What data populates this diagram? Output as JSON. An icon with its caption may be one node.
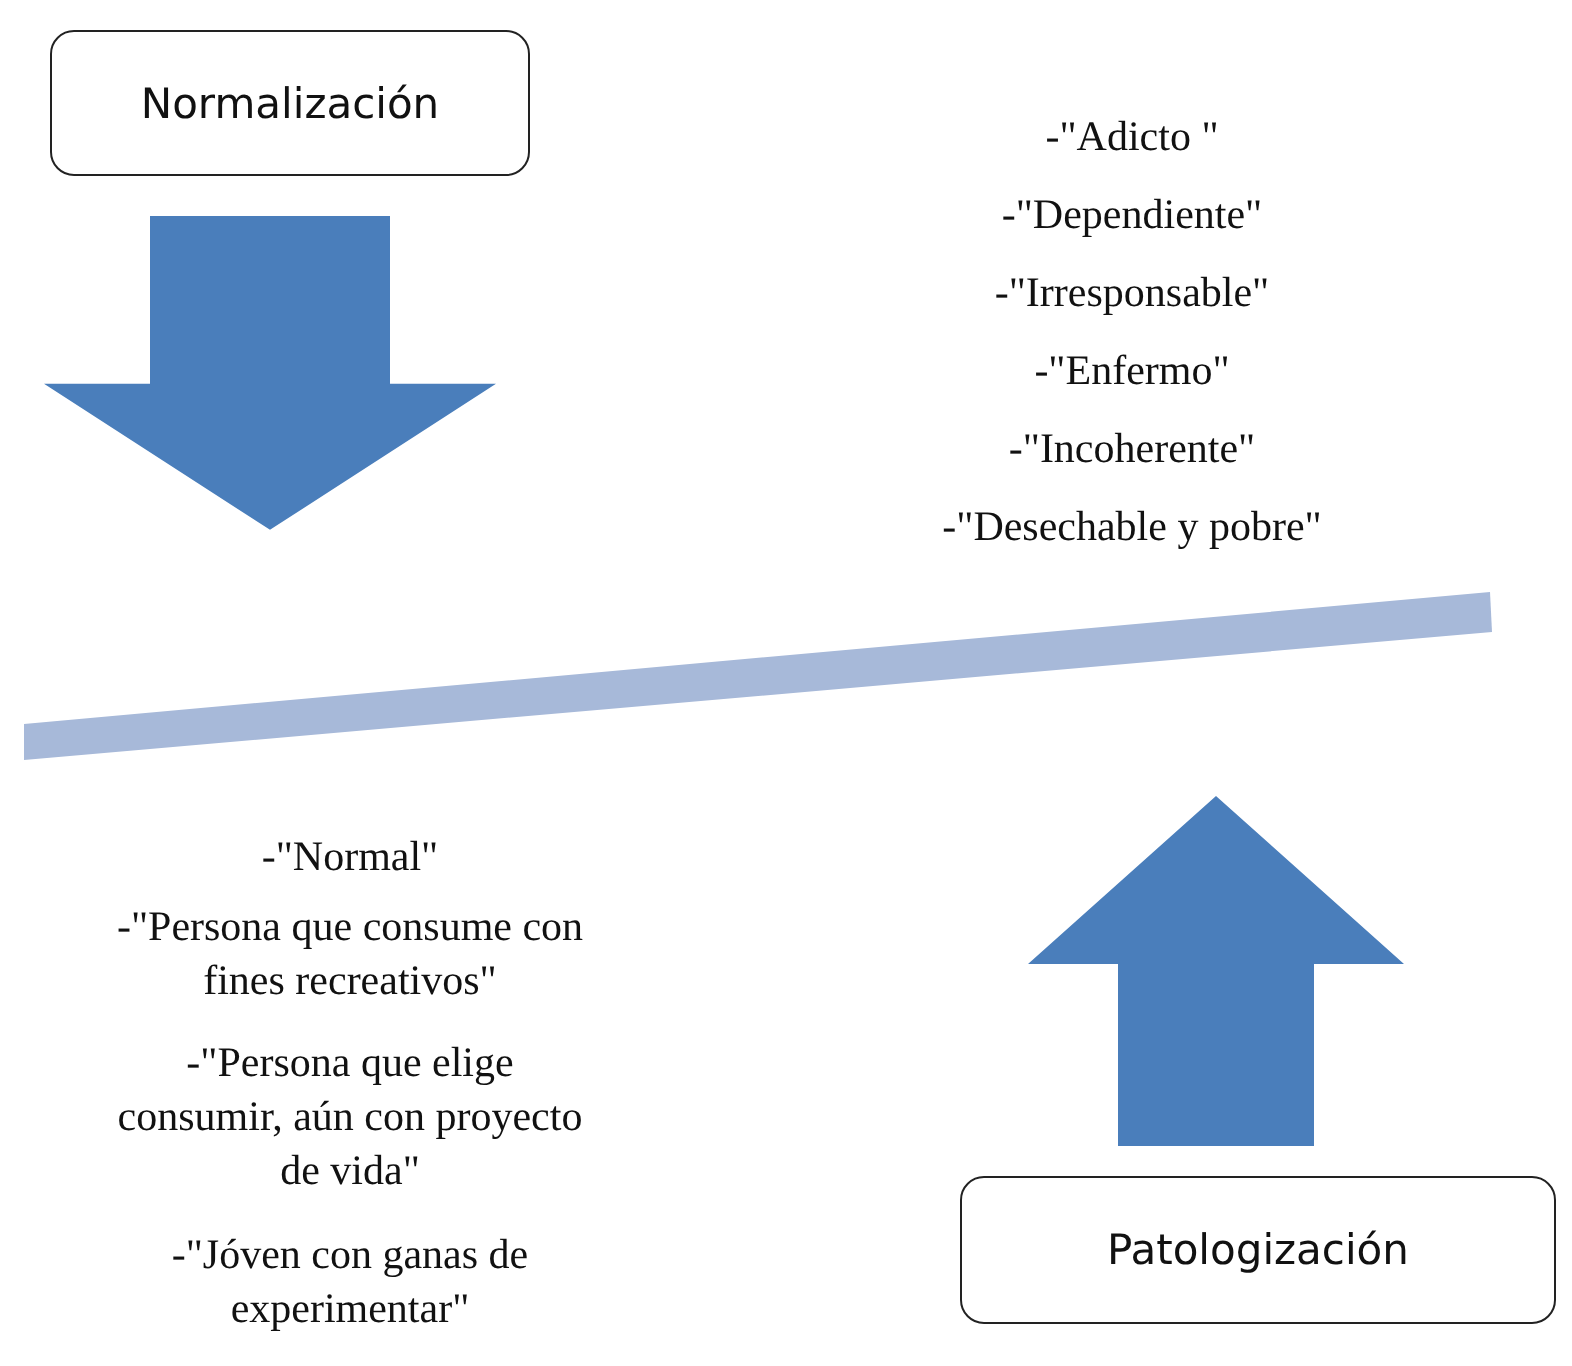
{
  "diagram": {
    "nodes": [
      {
        "text": [
          "Normalización"
        ]
      },
      {
        "text": [],
        "shape": "bar"
      },
      {
        "text": [
          "Patologización"
        ]
      }
    ],
    "edges": [
      {
        "from": 0,
        "to": 1,
        "arrow": "to",
        "style": "thick"
      },
      {
        "from": 2,
        "to": 1,
        "arrow": "to",
        "style": "thick"
      }
    ],
    "labels": [
      "-\"Adicto \"",
      "-\"Dependiente\"",
      "-\"Irresponsable\"",
      "-\"Enfermo\"",
      "-\"Incoherente\"",
      "-\"Desechable y pobre\"",
      "-\"Normal\"",
      "-\"Persona que consume con fines recreativos\"",
      "-\"Persona que elige consumir, aún con proyecto de vida\"",
      "-\"Jóven con ganas de experimentar\""
    ]
  }
}
